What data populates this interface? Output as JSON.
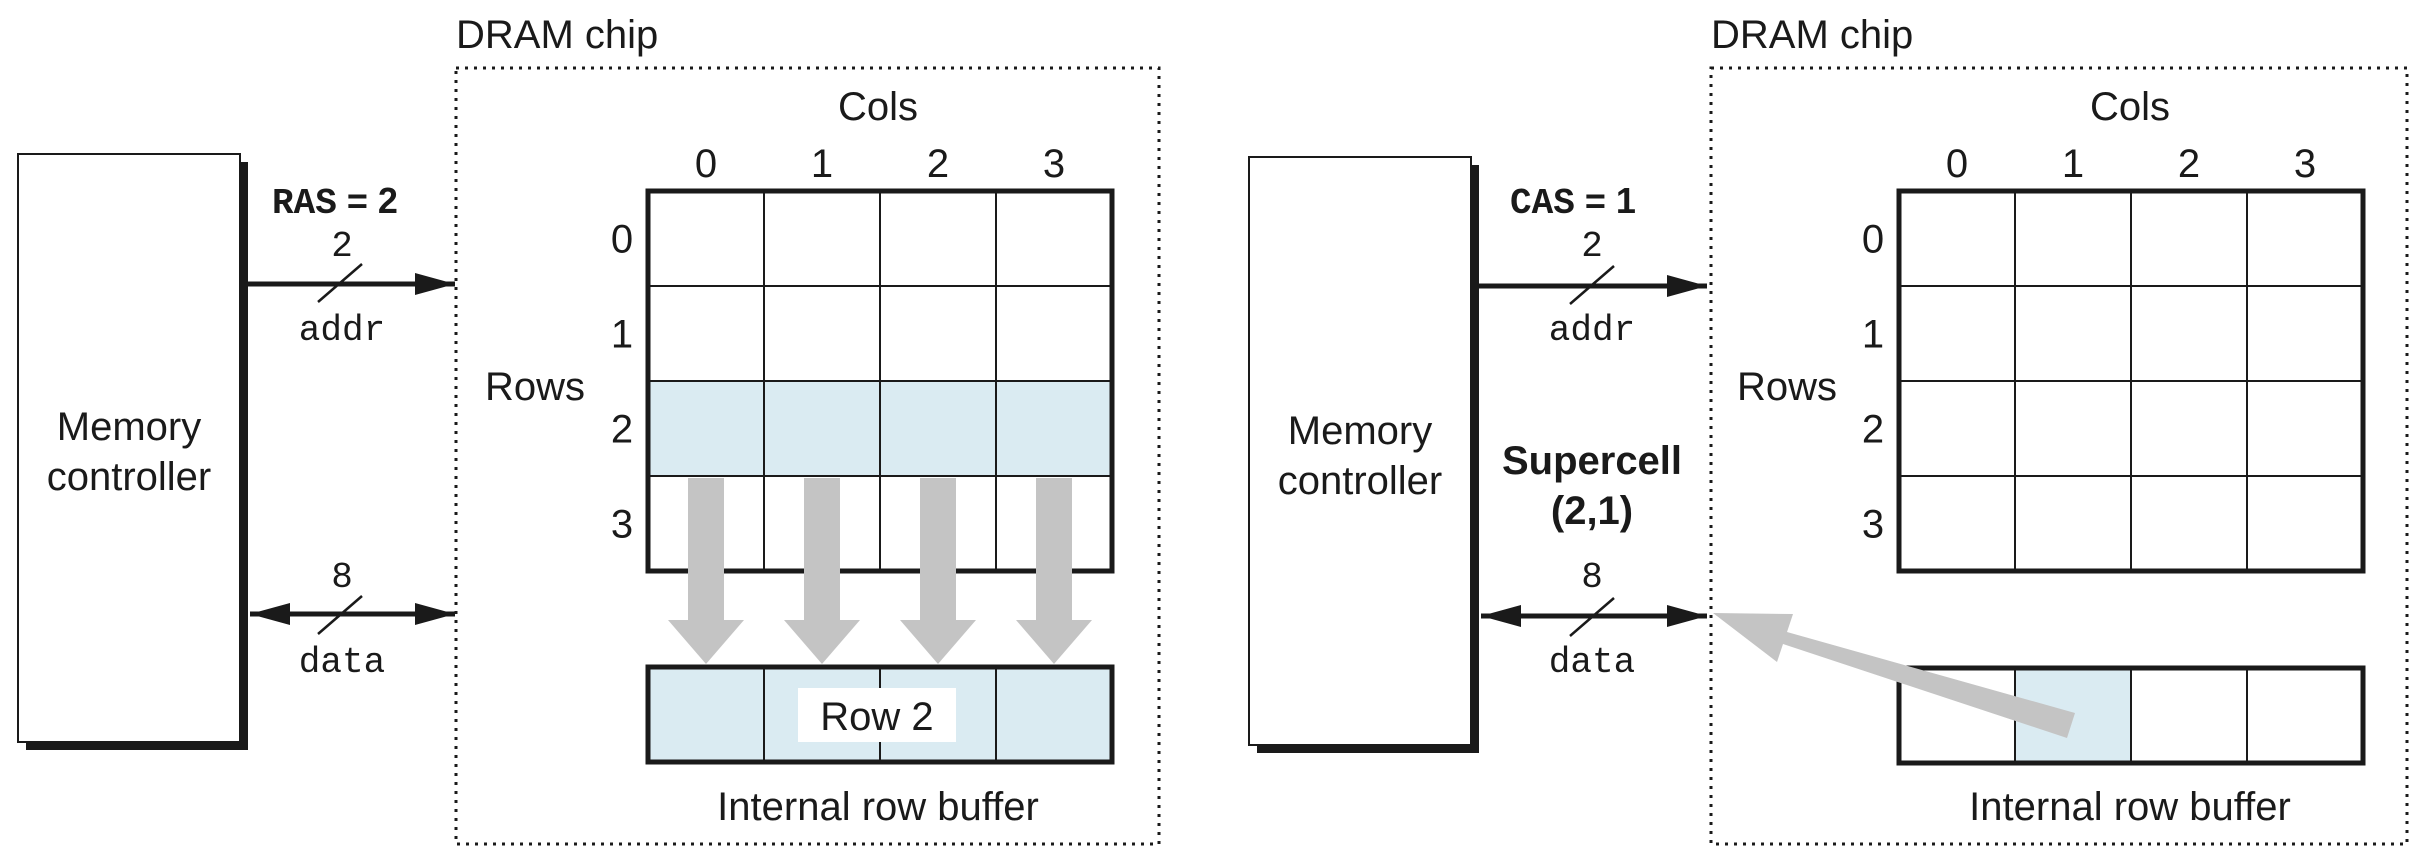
{
  "colors": {
    "ink": "#1a1a1a",
    "highlight": "#daebf2",
    "arrow_gray": "#c4c4c4",
    "shadow": "#1a1a1a"
  },
  "step1": {
    "chip_title": "DRAM chip",
    "controller_line1": "Memory",
    "controller_line2": "controller",
    "signal_name": "RAS",
    "signal_eq": " = 2",
    "addr_width": "2",
    "addr_label": "addr",
    "data_width": "8",
    "data_label": "data",
    "cols_label": "Cols",
    "rows_label": "Rows",
    "col_indices": [
      "0",
      "1",
      "2",
      "3"
    ],
    "row_indices": [
      "0",
      "1",
      "2",
      "3"
    ],
    "highlighted_row": 2,
    "buffer_label": "Row 2",
    "buffer_caption": "Internal row buffer"
  },
  "step2": {
    "chip_title": "DRAM chip",
    "controller_line1": "Memory",
    "controller_line2": "controller",
    "signal_name": "CAS",
    "signal_eq": " = 1",
    "addr_width": "2",
    "addr_label": "addr",
    "data_width": "8",
    "data_label": "data",
    "cols_label": "Cols",
    "rows_label": "Rows",
    "col_indices": [
      "0",
      "1",
      "2",
      "3"
    ],
    "row_indices": [
      "0",
      "1",
      "2",
      "3"
    ],
    "highlighted_buffer_col": 1,
    "supercell_line1": "Supercell",
    "supercell_line2": "(2,1)",
    "buffer_caption": "Internal row buffer"
  }
}
